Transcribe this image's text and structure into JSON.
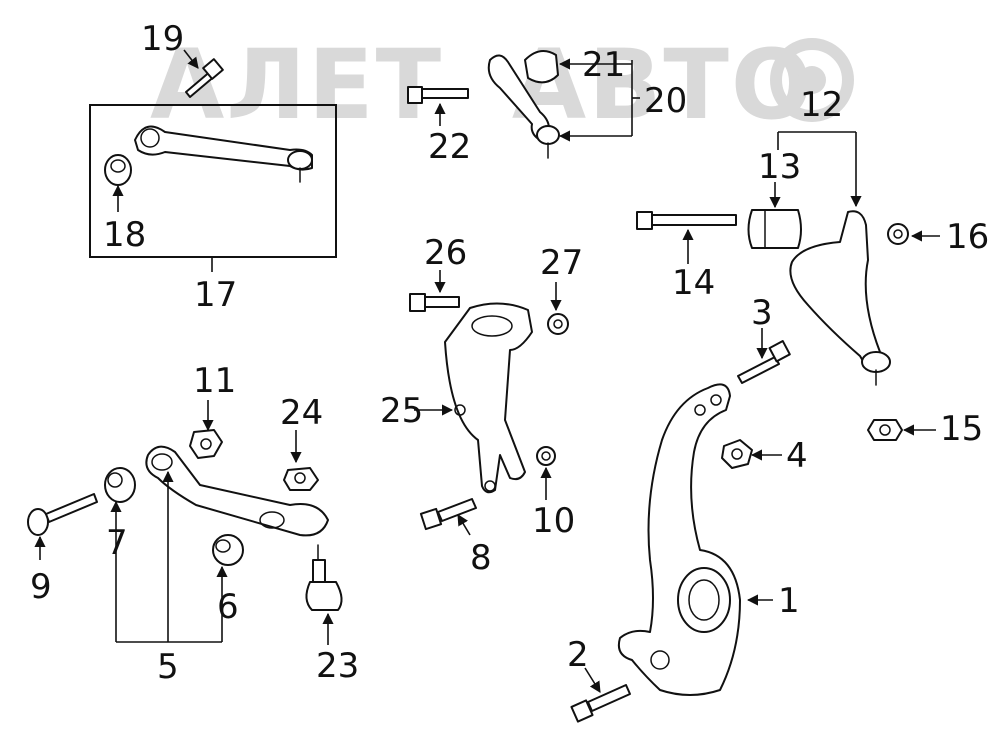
{
  "watermark": "АЛЕТ АВТО",
  "callouts": {
    "c1": "1",
    "c2": "2",
    "c3": "3",
    "c4": "4",
    "c5": "5",
    "c6": "6",
    "c7": "7",
    "c8": "8",
    "c9": "9",
    "c10": "10",
    "c11": "11",
    "c12": "12",
    "c13": "13",
    "c14": "14",
    "c15": "15",
    "c16": "16",
    "c17": "17",
    "c18": "18",
    "c19": "19",
    "c20": "20",
    "c21": "21",
    "c22": "22",
    "c23": "23",
    "c24": "24",
    "c25": "25",
    "c26": "26",
    "c27": "27"
  }
}
